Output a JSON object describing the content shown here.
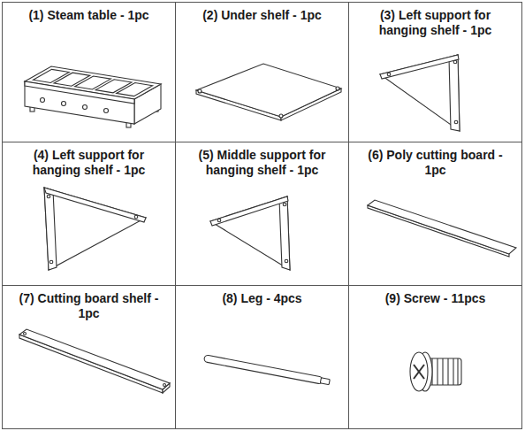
{
  "diagram": {
    "nodes": [
      {
        "text": [
          "(1) Steam table - 1pc"
        ]
      },
      {
        "text": [
          "(2) Under shelf - 1pc"
        ]
      },
      {
        "text": [
          "(3) Left support for hanging shelf - 1pc"
        ]
      },
      {
        "text": [
          "(4) Left support for hanging shelf - 1pc"
        ]
      },
      {
        "text": [
          "(5) Middle support for hanging shelf - 1pc"
        ]
      },
      {
        "text": [
          "(6) Poly cutting board - 1pc"
        ]
      },
      {
        "text": [
          "(7) Cutting board shelf - 1pc"
        ]
      },
      {
        "text": [
          "(8) Leg - 4pcs"
        ]
      },
      {
        "text": [
          "(9) Screw - 11pcs"
        ]
      }
    ]
  }
}
